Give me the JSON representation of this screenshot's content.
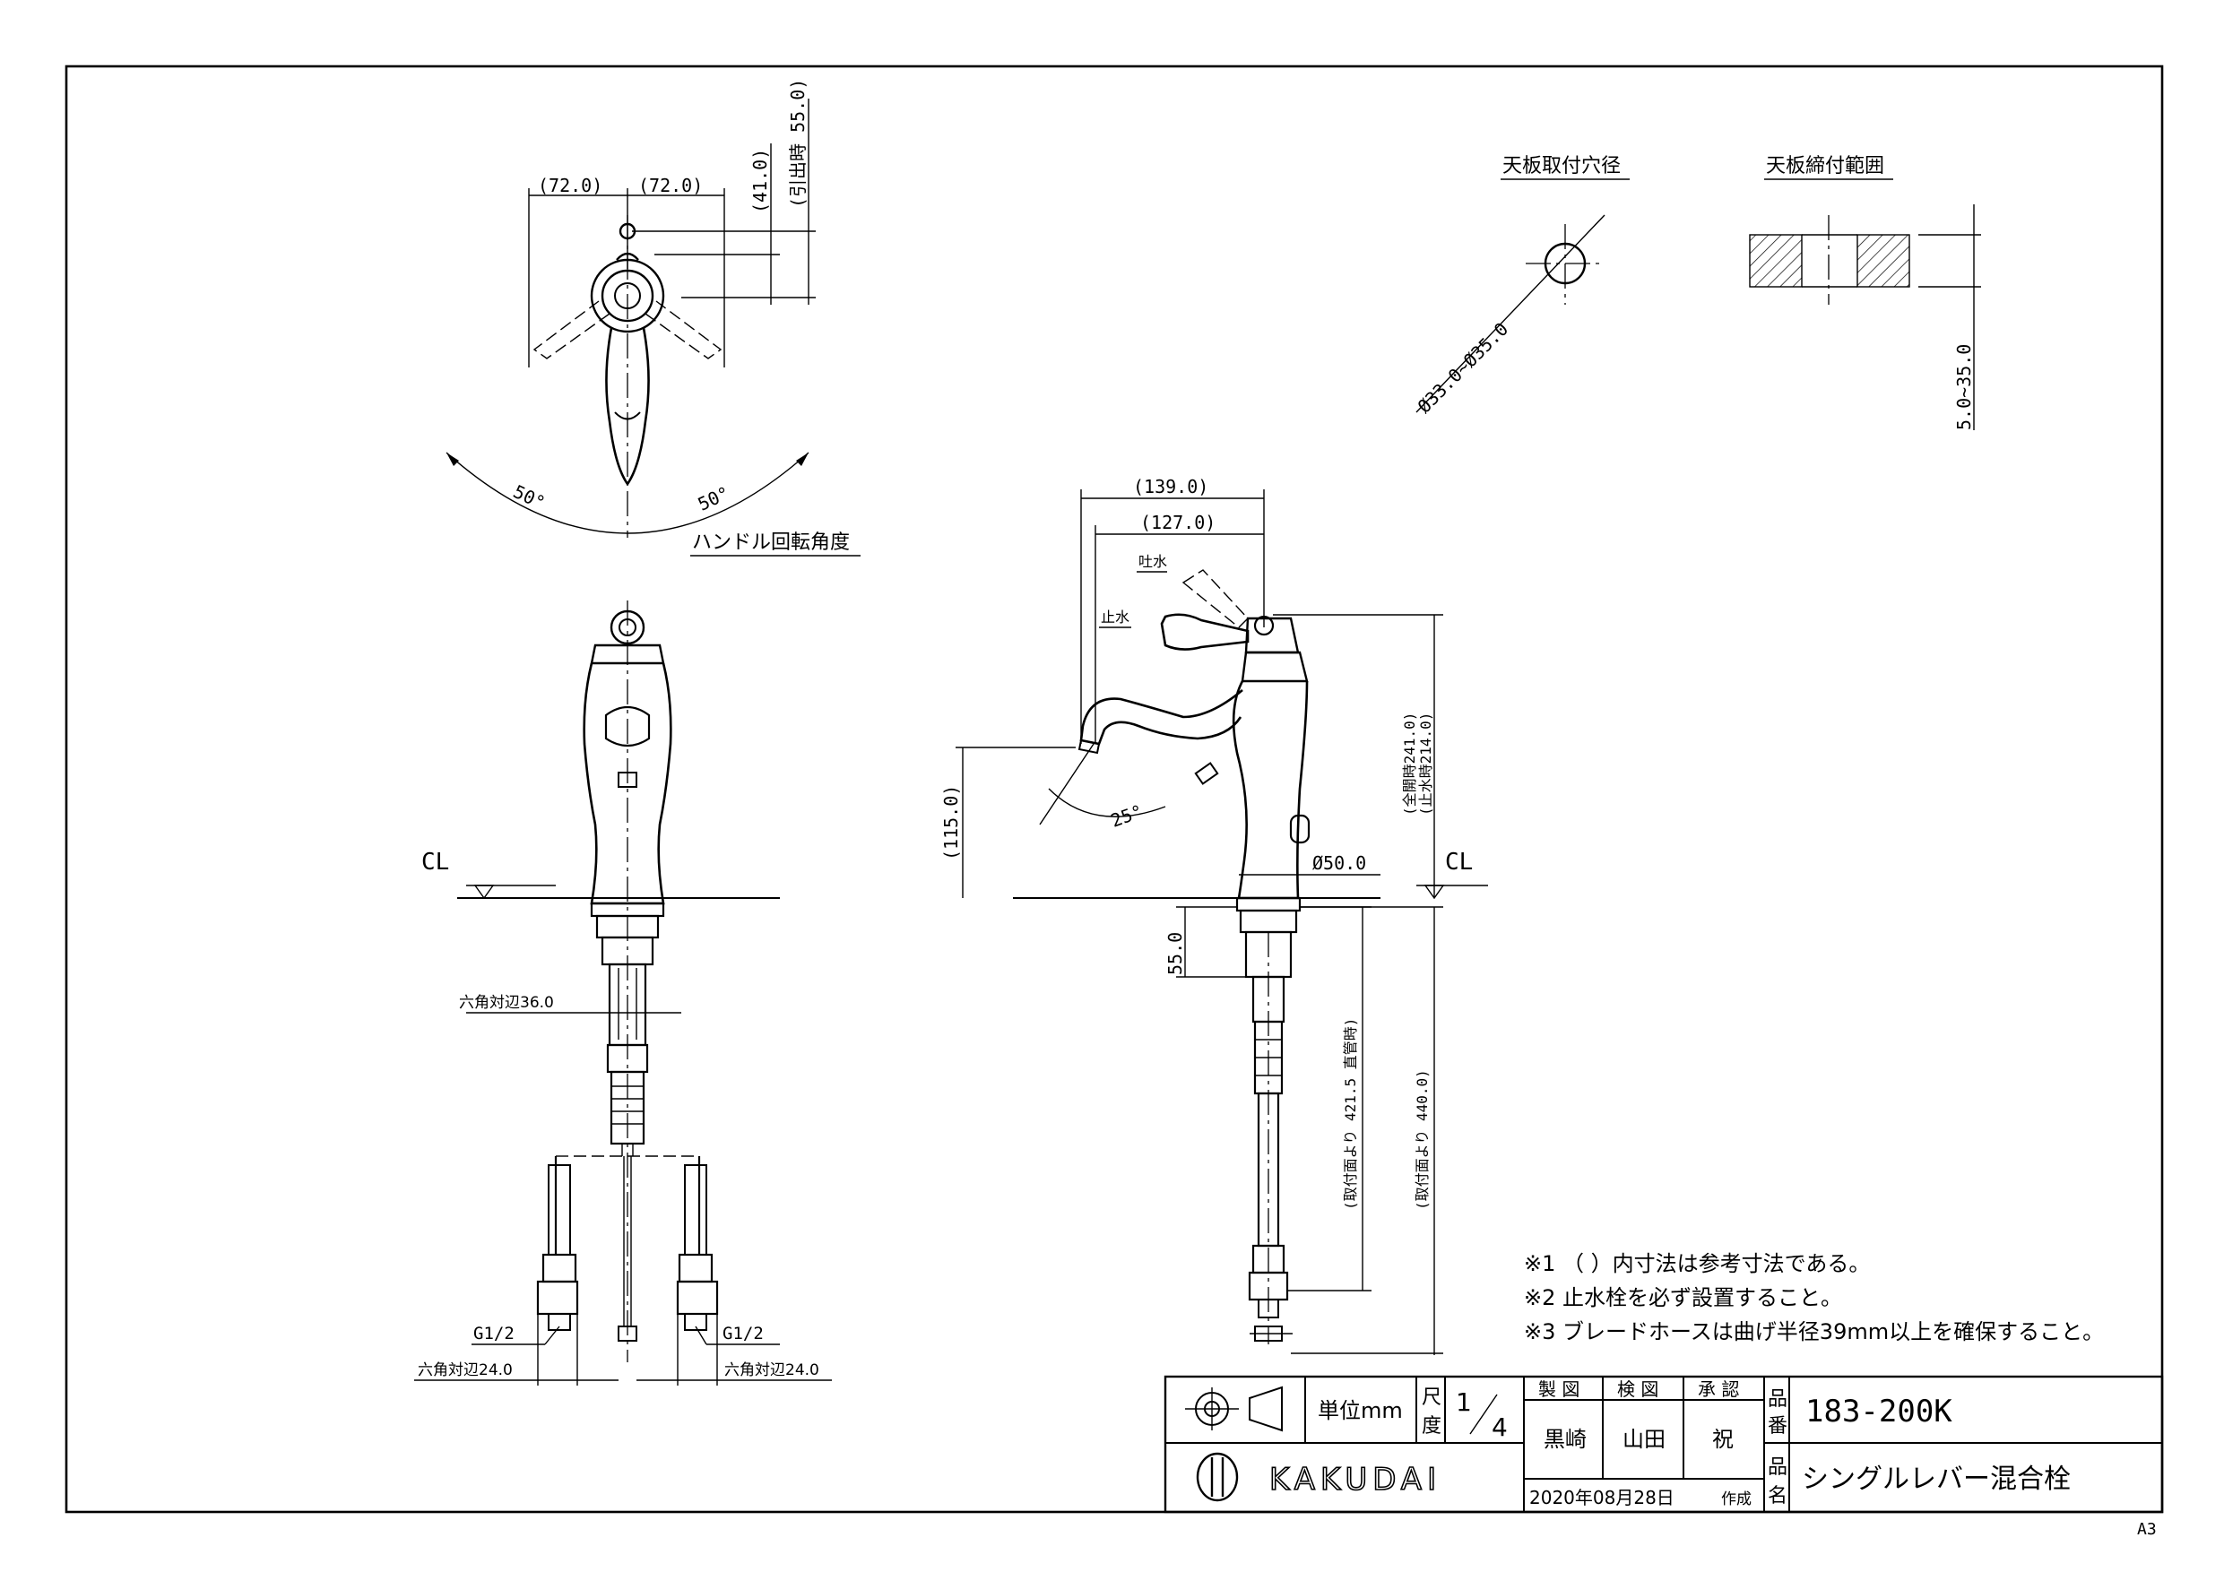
{
  "top_view": {
    "dim_left": "(72.0)",
    "dim_right": "(72.0)",
    "dim_height_1": "(41.0)",
    "dim_height_2": "(引出時 55.0)",
    "angle_left": "50°",
    "angle_right": "50°",
    "caption": "ハンドル回転角度"
  },
  "cutout_views": {
    "hole_title": "天板取付穴径",
    "hole_dim": "Ø33.0~Ø35.0",
    "clamp_title": "天板締付範囲",
    "clamp_dim": "5.0~35.0"
  },
  "front_view": {
    "cl_label": "CL",
    "hex_main": "六角対辺36.0",
    "g_left": "G1/2",
    "g_right": "G1/2",
    "hex_left": "六角対辺24.0",
    "hex_right": "六角対辺24.0"
  },
  "side_view": {
    "dim_139": "(139.0)",
    "dim_127": "(127.0)",
    "label_spout": "吐水",
    "label_stop": "止水",
    "dim_height_open": "(全開時241.0)",
    "dim_height_closed": "(止水時214.0)",
    "dim_115": "(115.0)",
    "angle_25": "25°",
    "dim_base_dia": "Ø50.0",
    "cl_label": "CL",
    "dim_55": "55.0",
    "dim_4215": "(取付面より 421.5 直管時)",
    "dim_440": "(取付面より 440.0)"
  },
  "notes": [
    "※1 （ ）内寸法は参考寸法である。",
    "※2 止水栓を必ず設置すること。",
    "※3 ブレードホースは曲げ半径39mm以上を確保すること。"
  ],
  "title_block": {
    "unit_label": "単位mm",
    "scale_label_1": "尺",
    "scale_label_2": "度",
    "scale_num": "1",
    "scale_den": "4",
    "made_label": "製 図",
    "check_label": "検 図",
    "approve_label": "承 認",
    "made_name": "黒崎",
    "check_name": "山田",
    "approve_name": "祝",
    "date": "2020年08月28日",
    "date_suffix": "作成",
    "no_label_1": "品",
    "no_label_2": "番",
    "product_no": "183-200K",
    "name_label_1": "品",
    "name_label_2": "名",
    "product_name": "シングルレバー混合栓",
    "brand": "KAKUDAI"
  },
  "sheet_size": "A3"
}
